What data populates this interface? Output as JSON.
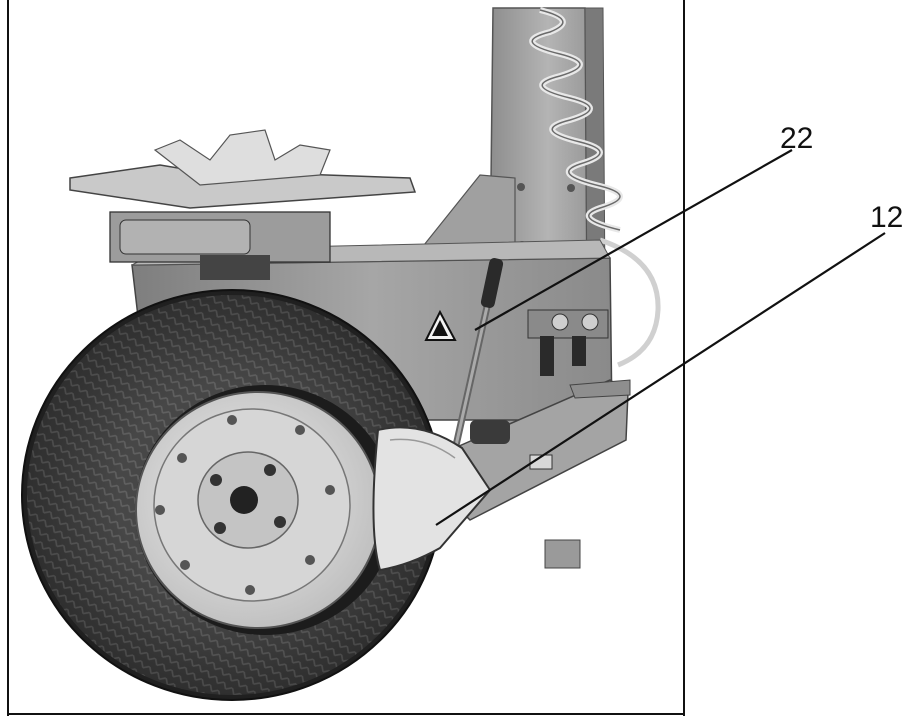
{
  "figure": {
    "callouts": [
      {
        "id": "22",
        "label": "22"
      },
      {
        "id": "12",
        "label": "12"
      }
    ],
    "colors": {
      "frame": "#111111",
      "machine_body": "#9a9a9a",
      "tire": "#3a3a3a",
      "rim": "#d8d8d8",
      "background": "#ffffff"
    }
  }
}
